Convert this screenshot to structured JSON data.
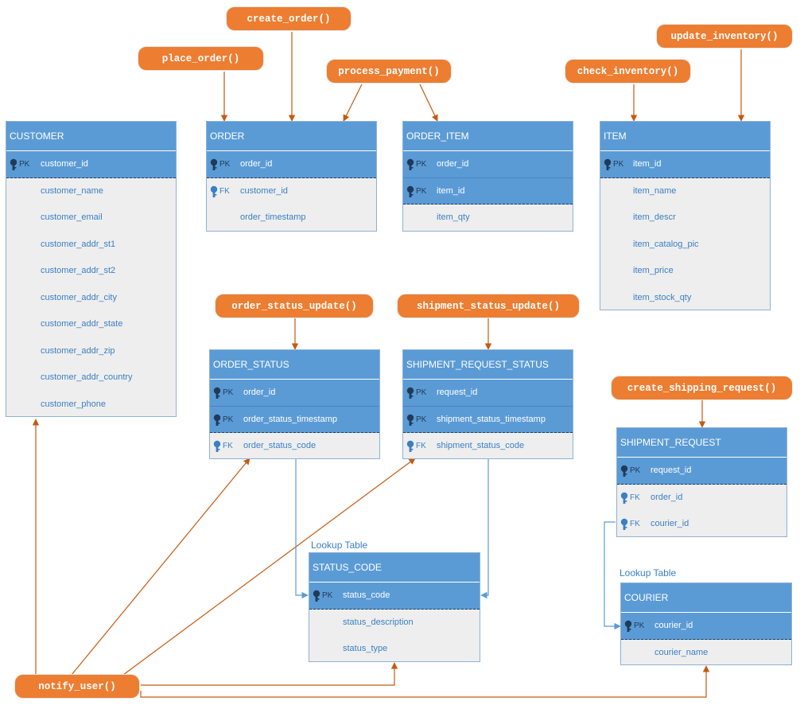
{
  "colors": {
    "header_blue": "#5b9bd5",
    "function_orange": "#ed7d31",
    "field_text": "#3b7fc4",
    "body_grey": "#eeeeee"
  },
  "icons": {
    "key": "key-icon"
  },
  "functions": {
    "create_order": "create_order()",
    "place_order": "place_order()",
    "process_payment": "process_payment()",
    "check_inventory": "check_inventory()",
    "update_inventory": "update_inventory()",
    "order_status_update": "order_status_update()",
    "shipment_status_update": "shipment_status_update()",
    "create_shipping_request": "create_shipping_request()",
    "notify_user": "notify_user()"
  },
  "lookup_labels": {
    "status_code": "Lookup Table",
    "courier": "Lookup Table"
  },
  "tables": {
    "customer": {
      "name": "CUSTOMER",
      "rows": [
        {
          "key": "PK",
          "field": "customer_id"
        },
        {
          "key": "",
          "field": "customer_name"
        },
        {
          "key": "",
          "field": "customer_email"
        },
        {
          "key": "",
          "field": "customer_addr_st1"
        },
        {
          "key": "",
          "field": "customer_addr_st2"
        },
        {
          "key": "",
          "field": "customer_addr_city"
        },
        {
          "key": "",
          "field": "customer_addr_state"
        },
        {
          "key": "",
          "field": "customer_addr_zip"
        },
        {
          "key": "",
          "field": "customer_addr_country"
        },
        {
          "key": "",
          "field": "customer_phone"
        }
      ]
    },
    "order": {
      "name": "ORDER",
      "rows": [
        {
          "key": "PK",
          "field": "order_id"
        },
        {
          "key": "FK",
          "field": "customer_id"
        },
        {
          "key": "",
          "field": "order_timestamp"
        }
      ]
    },
    "order_item": {
      "name": "ORDER_ITEM",
      "rows": [
        {
          "key": "PK",
          "field": "order_id"
        },
        {
          "key": "PK",
          "field": "item_id"
        },
        {
          "key": "",
          "field": "item_qty"
        }
      ]
    },
    "item": {
      "name": "ITEM",
      "rows": [
        {
          "key": "PK",
          "field": "item_id"
        },
        {
          "key": "",
          "field": "item_name"
        },
        {
          "key": "",
          "field": "item_descr"
        },
        {
          "key": "",
          "field": "item_catalog_pic"
        },
        {
          "key": "",
          "field": "item_price"
        },
        {
          "key": "",
          "field": "item_stock_qty"
        }
      ]
    },
    "order_status": {
      "name": "ORDER_STATUS",
      "rows": [
        {
          "key": "PK",
          "field": "order_id"
        },
        {
          "key": "PK",
          "field": "order_status_timestamp"
        },
        {
          "key": "FK",
          "field": "order_status_code"
        }
      ]
    },
    "shipment_request_status": {
      "name": "SHIPMENT_REQUEST_STATUS",
      "rows": [
        {
          "key": "PK",
          "field": "request_id"
        },
        {
          "key": "PK",
          "field": "shipment_status_timestamp"
        },
        {
          "key": "FK",
          "field": "shipment_status_code"
        }
      ]
    },
    "shipment_request": {
      "name": "SHIPMENT_REQUEST",
      "rows": [
        {
          "key": "PK",
          "field": "request_id"
        },
        {
          "key": "FK",
          "field": "order_id"
        },
        {
          "key": "FK",
          "field": "courier_id"
        }
      ]
    },
    "status_code": {
      "name": "STATUS_CODE",
      "rows": [
        {
          "key": "PK",
          "field": "status_code"
        },
        {
          "key": "",
          "field": "status_description"
        },
        {
          "key": "",
          "field": "status_type"
        }
      ]
    },
    "courier": {
      "name": "COURIER",
      "rows": [
        {
          "key": "PK",
          "field": "courier_id"
        },
        {
          "key": "",
          "field": "courier_name"
        }
      ]
    }
  }
}
